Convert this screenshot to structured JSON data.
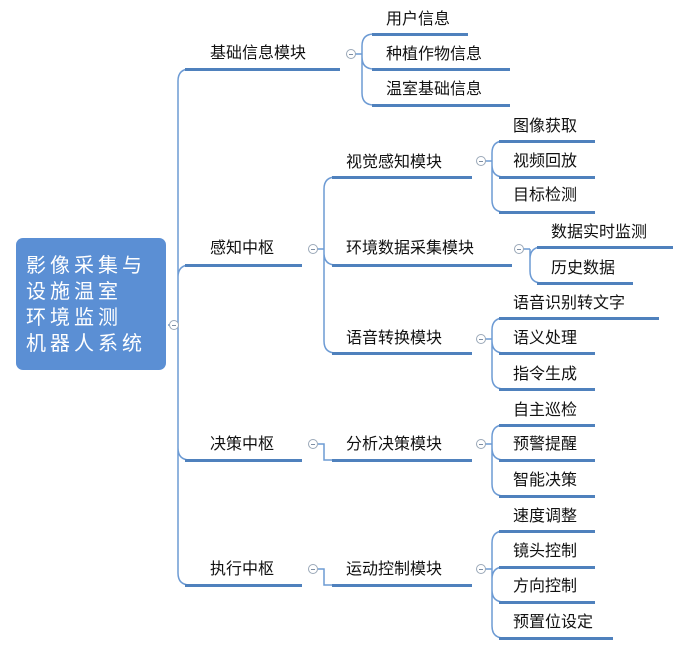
{
  "mindmap": {
    "root": [
      "影像采集与",
      "设施温室",
      "环境监测",
      "机器人系统"
    ],
    "branches": [
      {
        "label": "基础信息模块",
        "children": []
      },
      {
        "label": "感知中枢",
        "children": []
      },
      {
        "label": "决策中枢",
        "children": []
      },
      {
        "label": "执行中枢",
        "children": []
      }
    ],
    "modules": [
      "视觉感知模块",
      "环境数据采集模块",
      "语音转换模块",
      "分析决策模块",
      "运动控制模块"
    ],
    "leaves": {
      "basic": [
        "用户信息",
        "种植作物信息",
        "温室基础信息"
      ],
      "vision": [
        "图像获取",
        "视频回放",
        "目标检测"
      ],
      "env": [
        "数据实时监测",
        "历史数据"
      ],
      "voice": [
        "语音识别转文字",
        "语义处理",
        "指令生成"
      ],
      "decision": [
        "自主巡检",
        "预警提醒",
        "智能决策"
      ],
      "motion": [
        "速度调整",
        "镜头控制",
        "方向控制",
        "预置位设定"
      ]
    },
    "colors": {
      "root_fill": "#5b8fd4",
      "line": "#4f81bd",
      "connector": "#6d9bd4"
    }
  }
}
